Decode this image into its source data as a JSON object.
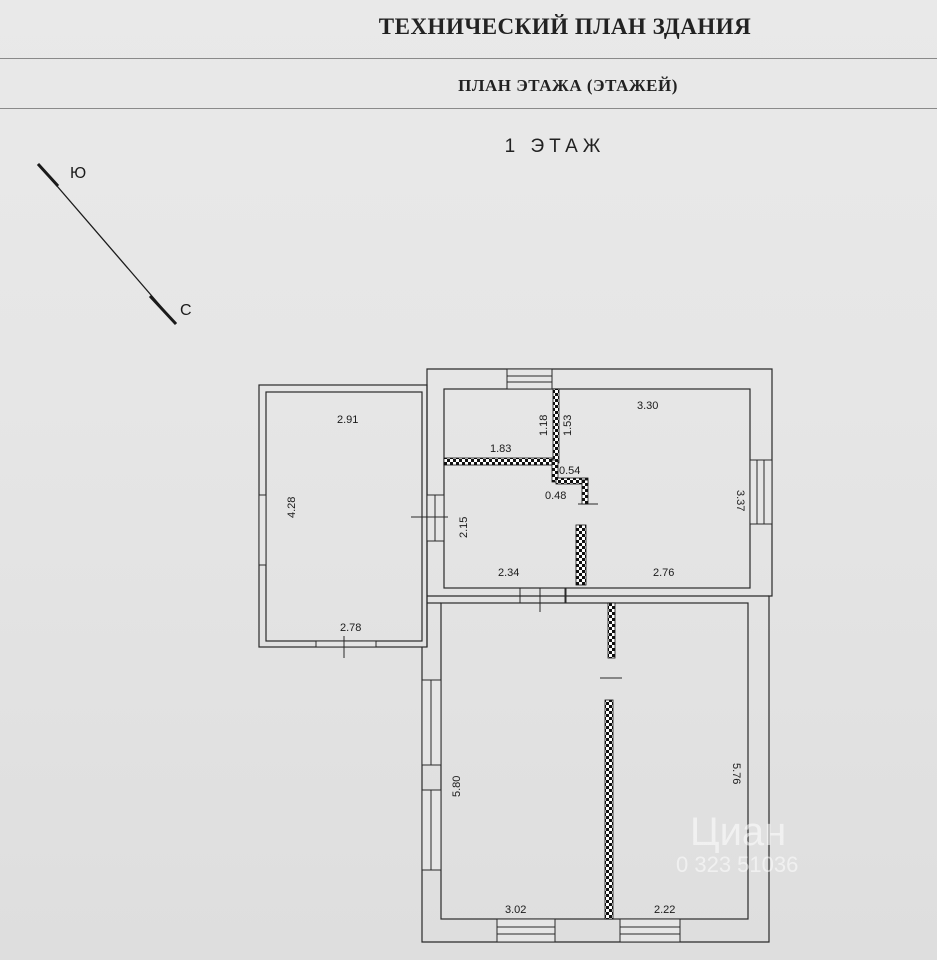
{
  "header": {
    "title": "ТЕХНИЧЕСКИЙ ПЛАН ЗДАНИЯ",
    "subtitle": "ПЛАН ЭТАЖА (ЭТАЖЕЙ)"
  },
  "floor": {
    "label": "1 ЭТАЖ"
  },
  "compass": {
    "south": "Ю",
    "north": "С"
  },
  "dimensions": {
    "left_room_top": "2.91",
    "left_room_side": "4.28",
    "left_room_bottom": "2.78",
    "small_room_width": "1.83",
    "small_room_height_a": "1.18",
    "small_room_height_b": "1.53",
    "top_right_width": "3.30",
    "top_right_height": "3.37",
    "step_a": "0.54",
    "step_b": "0.48",
    "middle_height": "2.15",
    "middle_bottom": "2.34",
    "right_bottom": "2.76",
    "lower_left_height": "5.80",
    "lower_right_height": "5.76",
    "lower_left_bottom": "3.02",
    "lower_right_bottom": "2.22"
  },
  "watermark": {
    "text": "Циан",
    "number": "0 323 51036"
  },
  "colors": {
    "wall": "#1a1a1a",
    "background": "#e6e6e6",
    "text": "#222222"
  }
}
